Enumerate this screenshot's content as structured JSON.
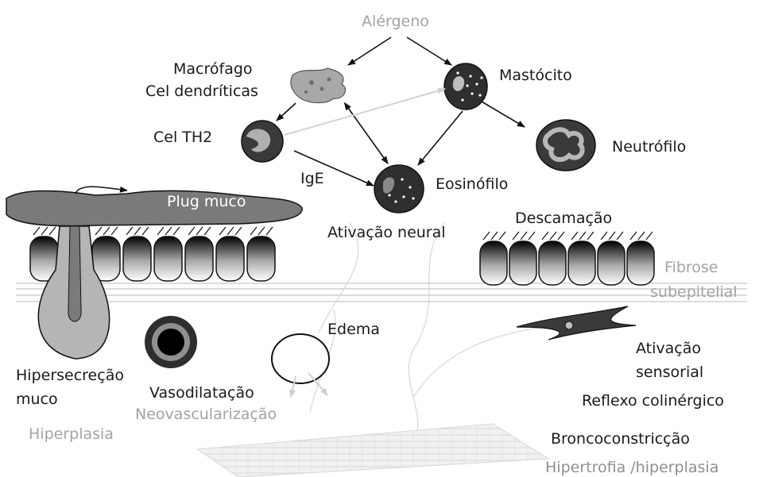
{
  "labels": {
    "alergeno": "Alérgeno",
    "macrofago": "Macrófago",
    "cel_dendriticas": "Cel dendríticas",
    "mastocito": "Mastócito",
    "cel_th2": "Cel TH2",
    "neutrofilo": "Neutrófilo",
    "ige": "IgE",
    "eosinofilo": "Eosinófilo",
    "plug_muco": "Plug muco",
    "ativacao_neural": "Ativação neural",
    "descamacao": "Descamação",
    "fibrose": "Fibrose",
    "subepitelial": "subepitelial",
    "edema": "Edema",
    "ativacao": "Ativação",
    "sensorial": "sensorial",
    "hipersecrecao": "Hipersecreção",
    "muco": "muco",
    "vasodilatacao": "Vasodilatação",
    "reflexo_colinergico": "Reflexo colinérgico",
    "neovascularizacao": "Neovascularização",
    "hiperplasia": "Hiperplasia",
    "broncoconstriccao": "Broncoconstricção",
    "hipertrofia": "Hipertrofia /hiperplasia"
  },
  "colors": {
    "text": "#1a1a1a",
    "gray_text": "#a3a3a3",
    "cell_dark": "#2f2f2f",
    "cell_gray": "#9a9a9a",
    "mucus": "#7a7a7a"
  }
}
